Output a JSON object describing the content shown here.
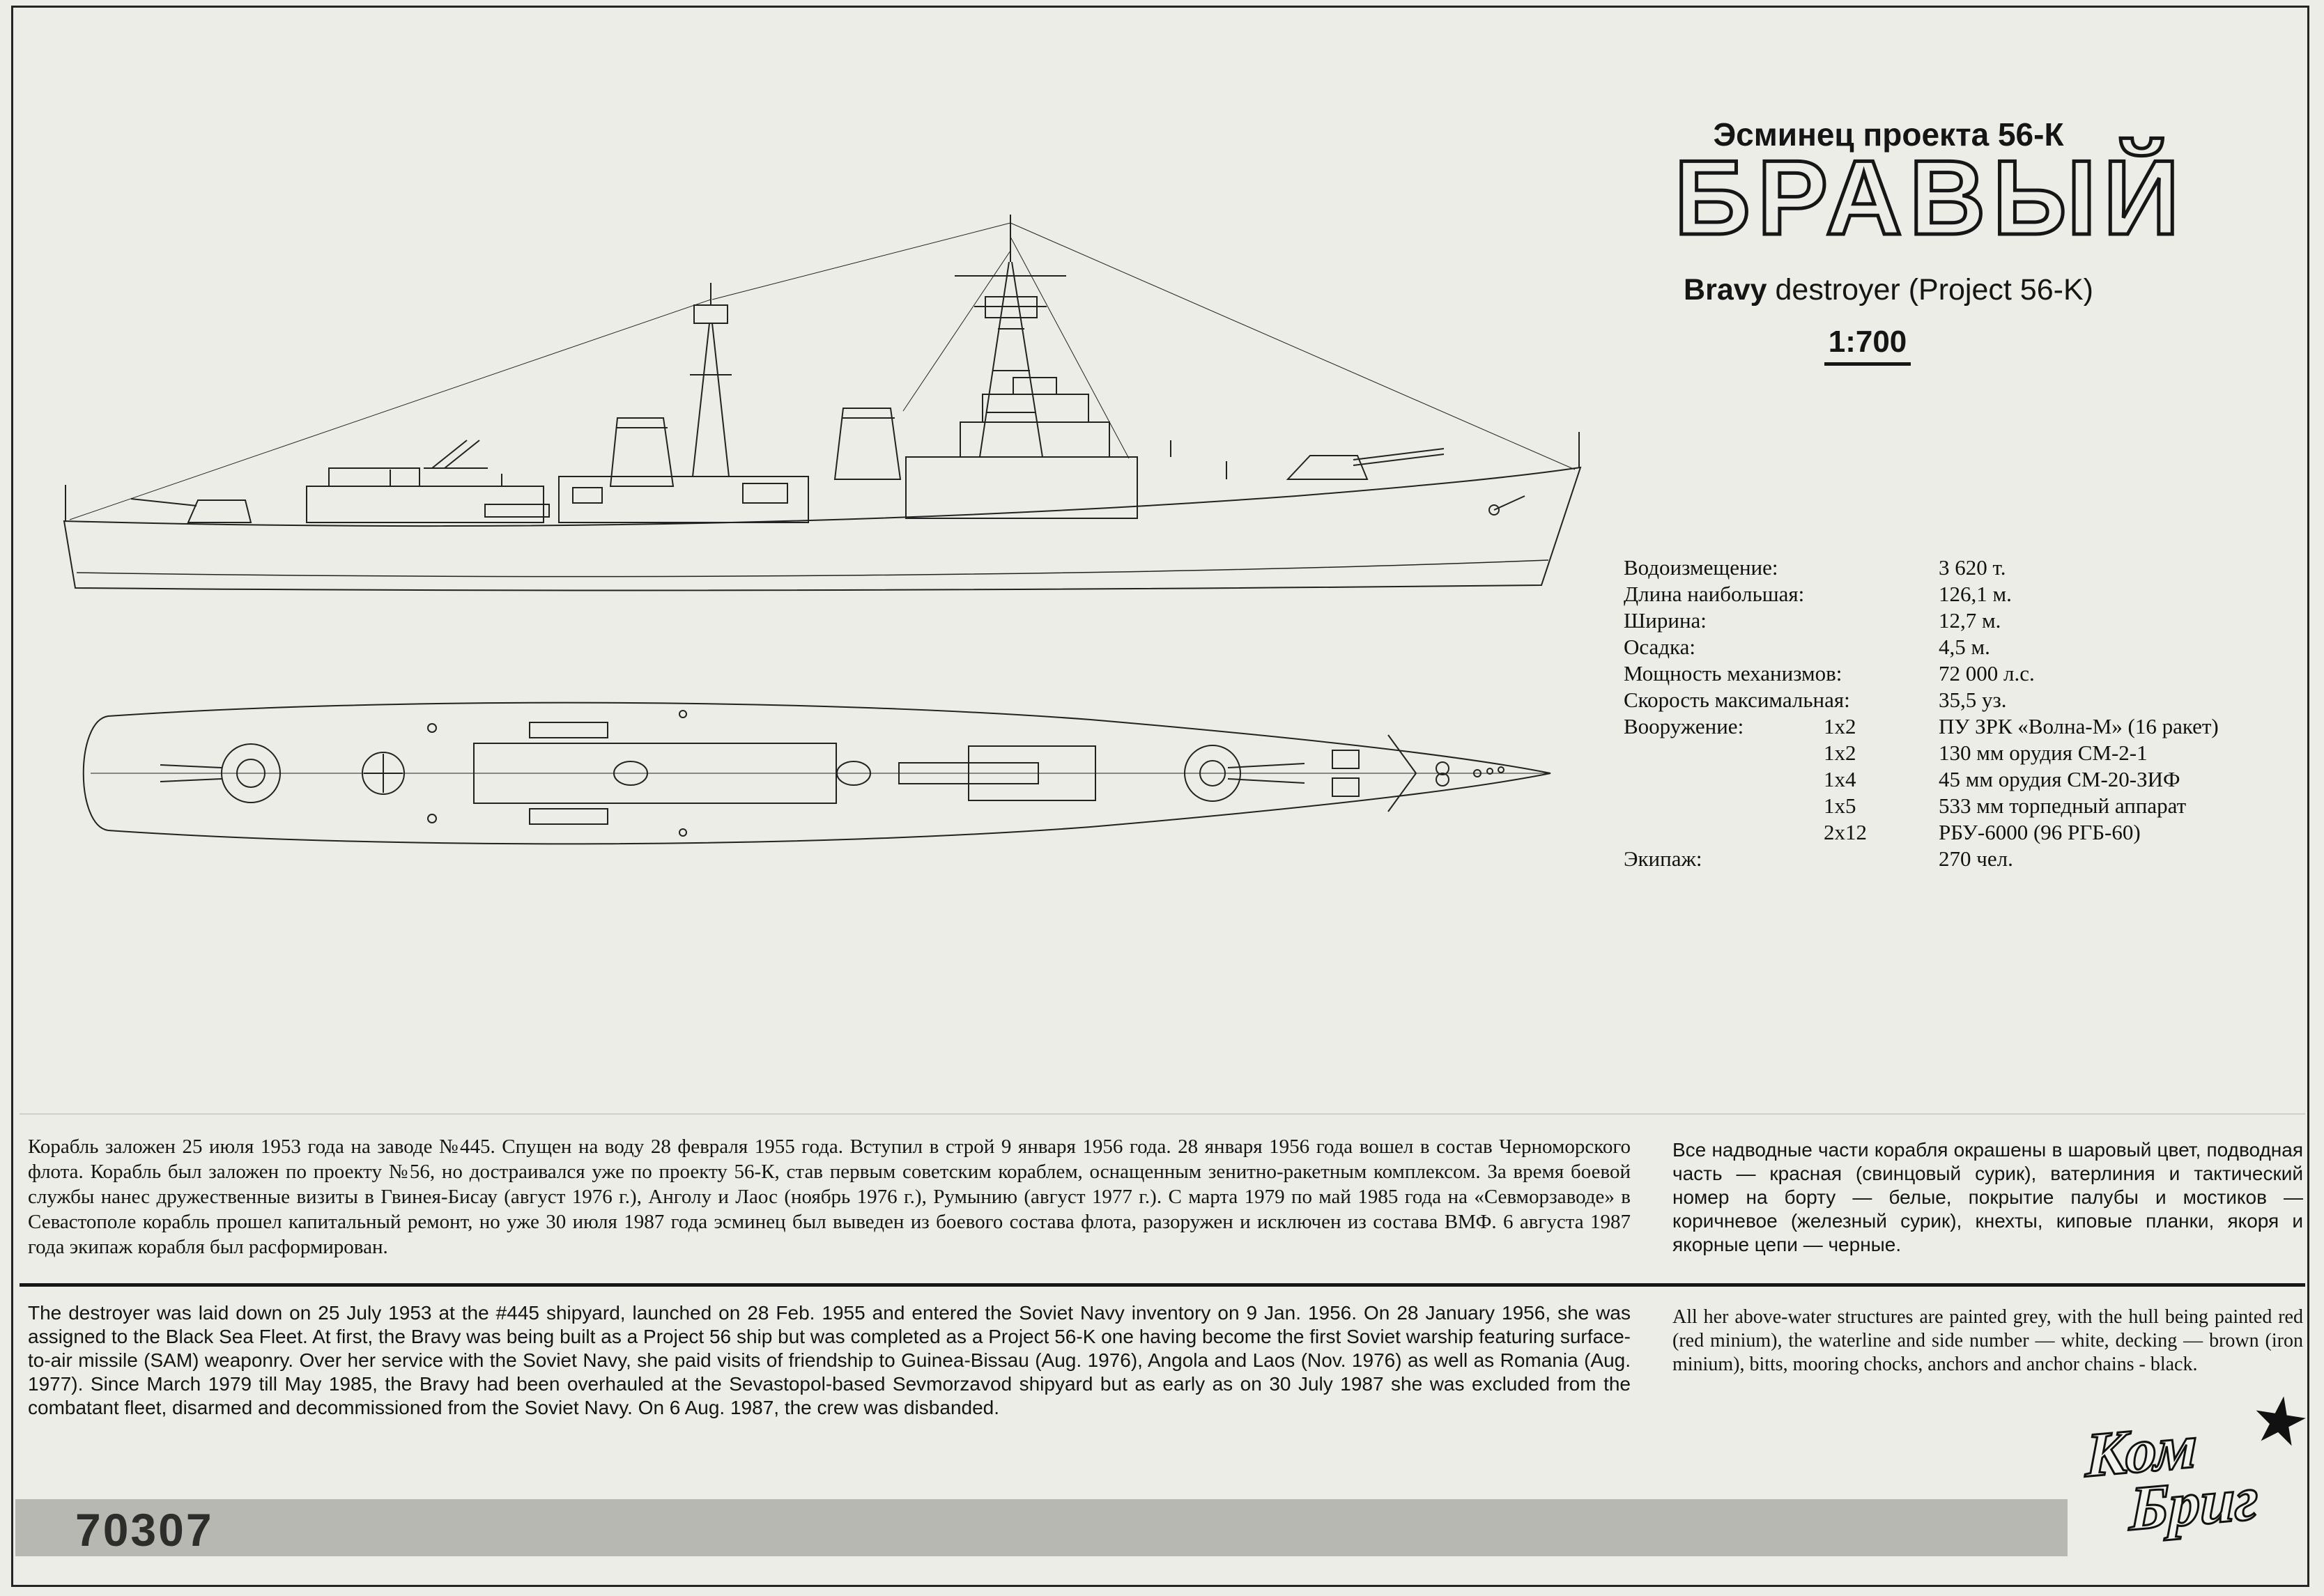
{
  "colors": {
    "paper": "#ecede7",
    "band": "#b7b8b2",
    "ink": "#161616"
  },
  "header": {
    "subtitle_ru": "Эсминец проекта 56-К",
    "title_ru": "БРАВЫЙ",
    "title_en_bold": "Bravy",
    "title_en_rest": " destroyer (Project 56-K)",
    "scale": "1:700"
  },
  "specs": {
    "rows": [
      {
        "label": "Водоизмещение:",
        "value": "3 620 т."
      },
      {
        "label": "Длина наибольшая:",
        "value": "126,1 м."
      },
      {
        "label": "Ширина:",
        "value": "12,7 м."
      },
      {
        "label": "Осадка:",
        "value": "4,5 м."
      },
      {
        "label": "Мощность механизмов:",
        "value": "72 000 л.с."
      },
      {
        "label": "Скорость максимальная:",
        "value": "35,5 уз."
      }
    ],
    "armament_label": "Вооружение:",
    "armament": [
      {
        "qty": "1x2",
        "desc": "ПУ ЗРК «Волна-М» (16 ракет)"
      },
      {
        "qty": "1x2",
        "desc": "130 мм орудия СМ-2-1"
      },
      {
        "qty": "1x4",
        "desc": "45 мм орудия СМ-20-ЗИФ"
      },
      {
        "qty": "1x5",
        "desc": "533 мм торпедный аппарат"
      },
      {
        "qty": "2x12",
        "desc": "РБУ-6000 (96 РГБ-60)"
      }
    ],
    "crew_label": "Экипаж:",
    "crew_value": "270 чел."
  },
  "paragraphs": {
    "history_ru": "Корабль заложен 25 июля 1953 года на заводе №445. Спущен на воду 28 февраля 1955 года. Вступил в строй 9 января 1956 года.  28 января 1956 года вошел в состав Черноморского флота. Корабль был заложен по проекту №56, но достраивался уже по проекту 56-К, став первым советским кораблем, оснащенным зенитно-ракетным комплексом. За время боевой службы нанес дружественные визиты в Гвинея-Бисау (август 1976 г.), Анголу и Лаос (ноябрь 1976 г.), Румынию (август 1977 г.). С марта 1979 по май 1985 года на «Севморзаводе» в Севастополе корабль прошел капитальный ремонт, но уже 30 июля 1987 года эсминец был выведен из боевого состава флота, разоружен и исключен из состава ВМФ. 6 августа 1987 года экипаж корабля был расформирован.",
    "paint_ru": "Все надводные части корабля окрашены в шаровый цвет, подводная часть — красная (свинцовый сурик), ватерлиния и тактический номер на борту — белые, покрытие палубы и мостиков — коричневое (железный сурик), кнехты, киповые планки, якоря и якорные цепи — черные.",
    "history_en": "The destroyer was laid down on 25 July 1953 at the #445 shipyard, launched on 28 Feb. 1955 and entered the Soviet Navy inventory on 9 Jan. 1956. On 28 January 1956, she was assigned to the Black Sea Fleet. At first, the Bravy was being built as a Project 56 ship but was completed as a Project 56-K one having become the first Soviet warship featuring surface-to-air missile (SAM) weaponry. Over her service with the Soviet Navy, she paid visits of friendship to Guinea-Bissau (Aug. 1976), Angola and Laos (Nov. 1976) as well as Romania (Aug. 1977). Since March 1979 till May 1985, the Bravy had been overhauled at the Sevastopol-based Sevmorzavod shipyard but as early as on 30 July 1987 she was excluded from the combatant fleet, disarmed and decommissioned from the Soviet Navy. On 6 Aug. 1987, the crew was disbanded.",
    "paint_en": "All her above-water structures are painted grey, with the hull being painted red (red minium), the waterline and side number — white, decking — brown (iron minium), bitts, mooring chocks, anchors and anchor chains - black."
  },
  "footer": {
    "kit_number": "70307",
    "logo_line1": "Ком",
    "logo_line2": "Бриг",
    "logo_star": "★"
  }
}
